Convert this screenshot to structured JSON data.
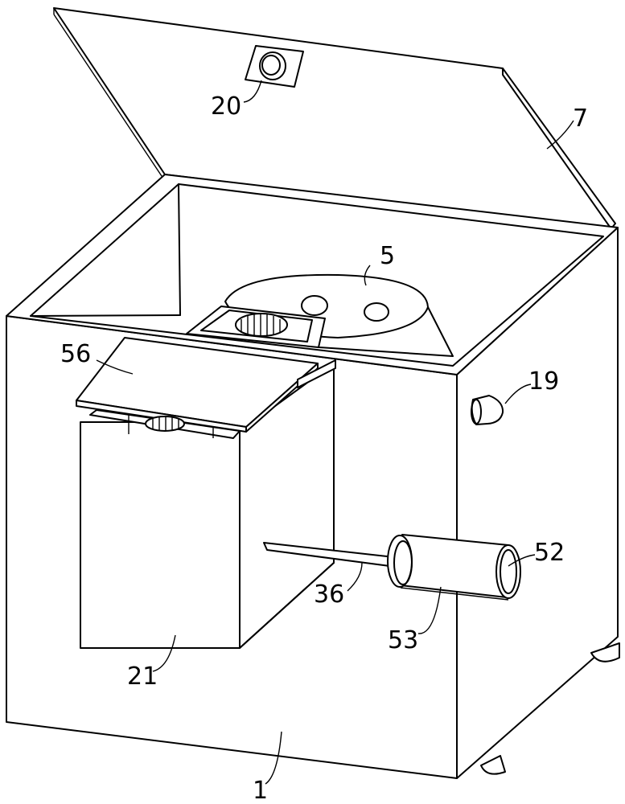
{
  "labels": {
    "lid_number": "7",
    "camera_number": "20",
    "turntable_number": "5",
    "sensor_number": "19",
    "tray_number": "56",
    "rod_number": "36",
    "tube_end_number": "52",
    "tube_number": "53",
    "inner_box_number": "21",
    "housing_number": "1"
  }
}
